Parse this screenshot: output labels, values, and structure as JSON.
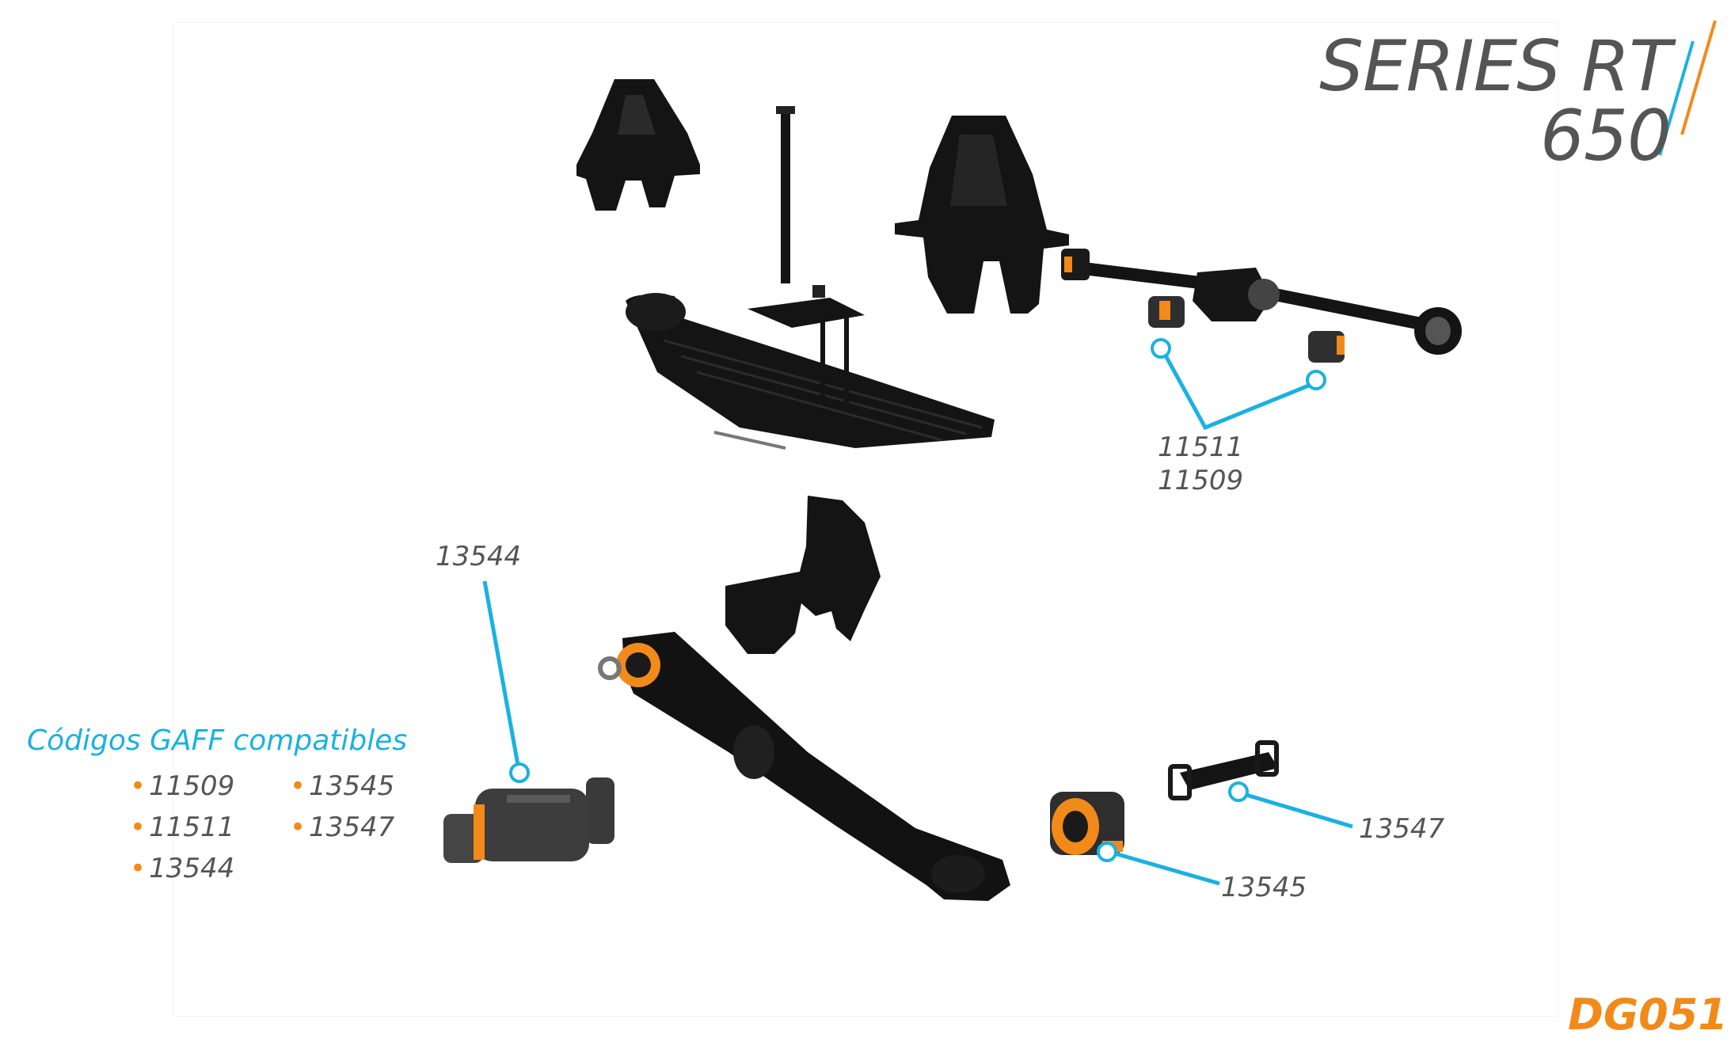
{
  "title": "SERIES RT 650",
  "reference_code": "DG051",
  "callouts": {
    "top_right_codes": [
      "11511",
      "11509"
    ],
    "bushing_left": "13544",
    "bushing_small": "13545",
    "pin_kit": "13547"
  },
  "compatible": {
    "heading": "Códigos GAFF compatibles",
    "codes": [
      "11509",
      "11511",
      "13544",
      "13545",
      "13547"
    ]
  },
  "colors": {
    "callout_line": "#1bb1e0",
    "accent_orange": "#f28a1a",
    "text_gray": "#555555",
    "part_black": "#111111"
  }
}
